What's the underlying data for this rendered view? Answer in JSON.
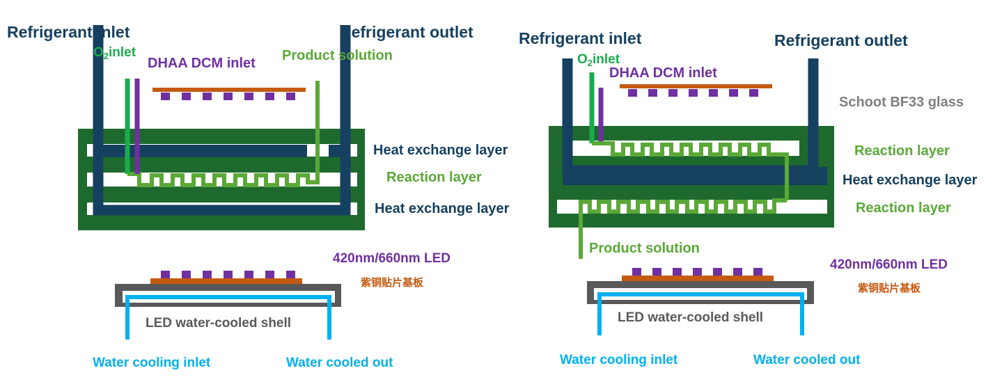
{
  "colors": {
    "navy": "#16405f",
    "dark_green": "#1e6a2e",
    "light_green": "#5aa837",
    "o2_green": "#1aab4f",
    "purple": "#7030a0",
    "copper": "#c55a11",
    "gray": "#595959",
    "light_gray": "#7f7f7f",
    "blue": "#00b0f0",
    "white": "#ffffff"
  },
  "left": {
    "refrigerant_inlet": "Refrigerant inlet",
    "refrigerant_outlet": "Refrigerant outlet",
    "o2_prefix": "O",
    "o2_sub": "2",
    "o2_suffix": "inlet",
    "dhaa_inlet": "DHAA DCM inlet",
    "product_solution": "Product solution",
    "heat_exchange_top": "Heat exchange layer",
    "reaction_layer": "Reaction layer",
    "heat_exchange_bottom": "Heat exchange layer",
    "led_label": "420nm/660nm LED",
    "copper_label": "紫铜贴片基板",
    "shell_label": "LED water-cooled shell",
    "water_in": "Water cooling inlet",
    "water_out": "Water cooled out"
  },
  "right": {
    "refrigerant_inlet": "Refrigerant inlet",
    "refrigerant_outlet": "Refrigerant outlet",
    "o2_prefix": "O",
    "o2_sub": "2",
    "o2_suffix": "inlet",
    "dhaa_inlet": "DHAA DCM inlet",
    "glass_label": "Schoot BF33 glass",
    "reaction_layer_top": "Reaction layer",
    "heat_exchange": "Heat exchange layer",
    "reaction_layer_bottom": "Reaction layer",
    "product_solution": "Product solution",
    "led_label": "420nm/660nm LED",
    "copper_label": "紫铜贴片基板",
    "shell_label": "LED water-cooled shell",
    "water_in": "Water cooling inlet",
    "water_out": "Water cooled out"
  }
}
